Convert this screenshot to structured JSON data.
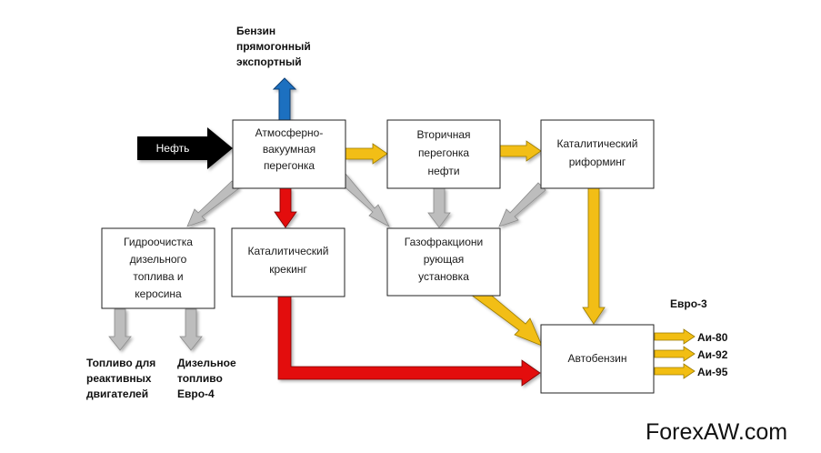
{
  "colors": {
    "blue": "#1f6fc0",
    "yellow": "#f2be12",
    "red": "#e31010",
    "gray": "#bdbdbd",
    "black": "#000000"
  },
  "input": {
    "label": "Нефть"
  },
  "top_product": {
    "lines": [
      "Бензин",
      "прямогонный",
      "экспортный"
    ]
  },
  "boxes": {
    "avp": {
      "lines": [
        "Атмосферно-",
        "вакуумная",
        "перегонка"
      ]
    },
    "secondary": {
      "lines": [
        "Вторичная",
        "перегонка",
        "нефти"
      ]
    },
    "reforming": {
      "lines": [
        "Каталитический",
        "риформинг"
      ]
    },
    "hydro": {
      "lines": [
        "Гидроочистка",
        "дизельного",
        "топлива и",
        "керосина"
      ]
    },
    "cracking": {
      "lines": [
        "Каталитический",
        "крекинг"
      ]
    },
    "gas": {
      "lines": [
        "Газофракциони",
        "рующая",
        "установка"
      ]
    },
    "autobenzin": {
      "lines": [
        "Автобензин"
      ]
    }
  },
  "products": {
    "jet": {
      "lines": [
        "Топливо для",
        "реактивных",
        "двигателей"
      ]
    },
    "diesel": {
      "lines": [
        "Дизельное",
        "топливо",
        "Евро-4"
      ]
    },
    "euro3": "Евро-3",
    "grades": [
      "Аи-80",
      "Аи-92",
      "Аи-95"
    ]
  },
  "watermark": "ForexAW.com"
}
